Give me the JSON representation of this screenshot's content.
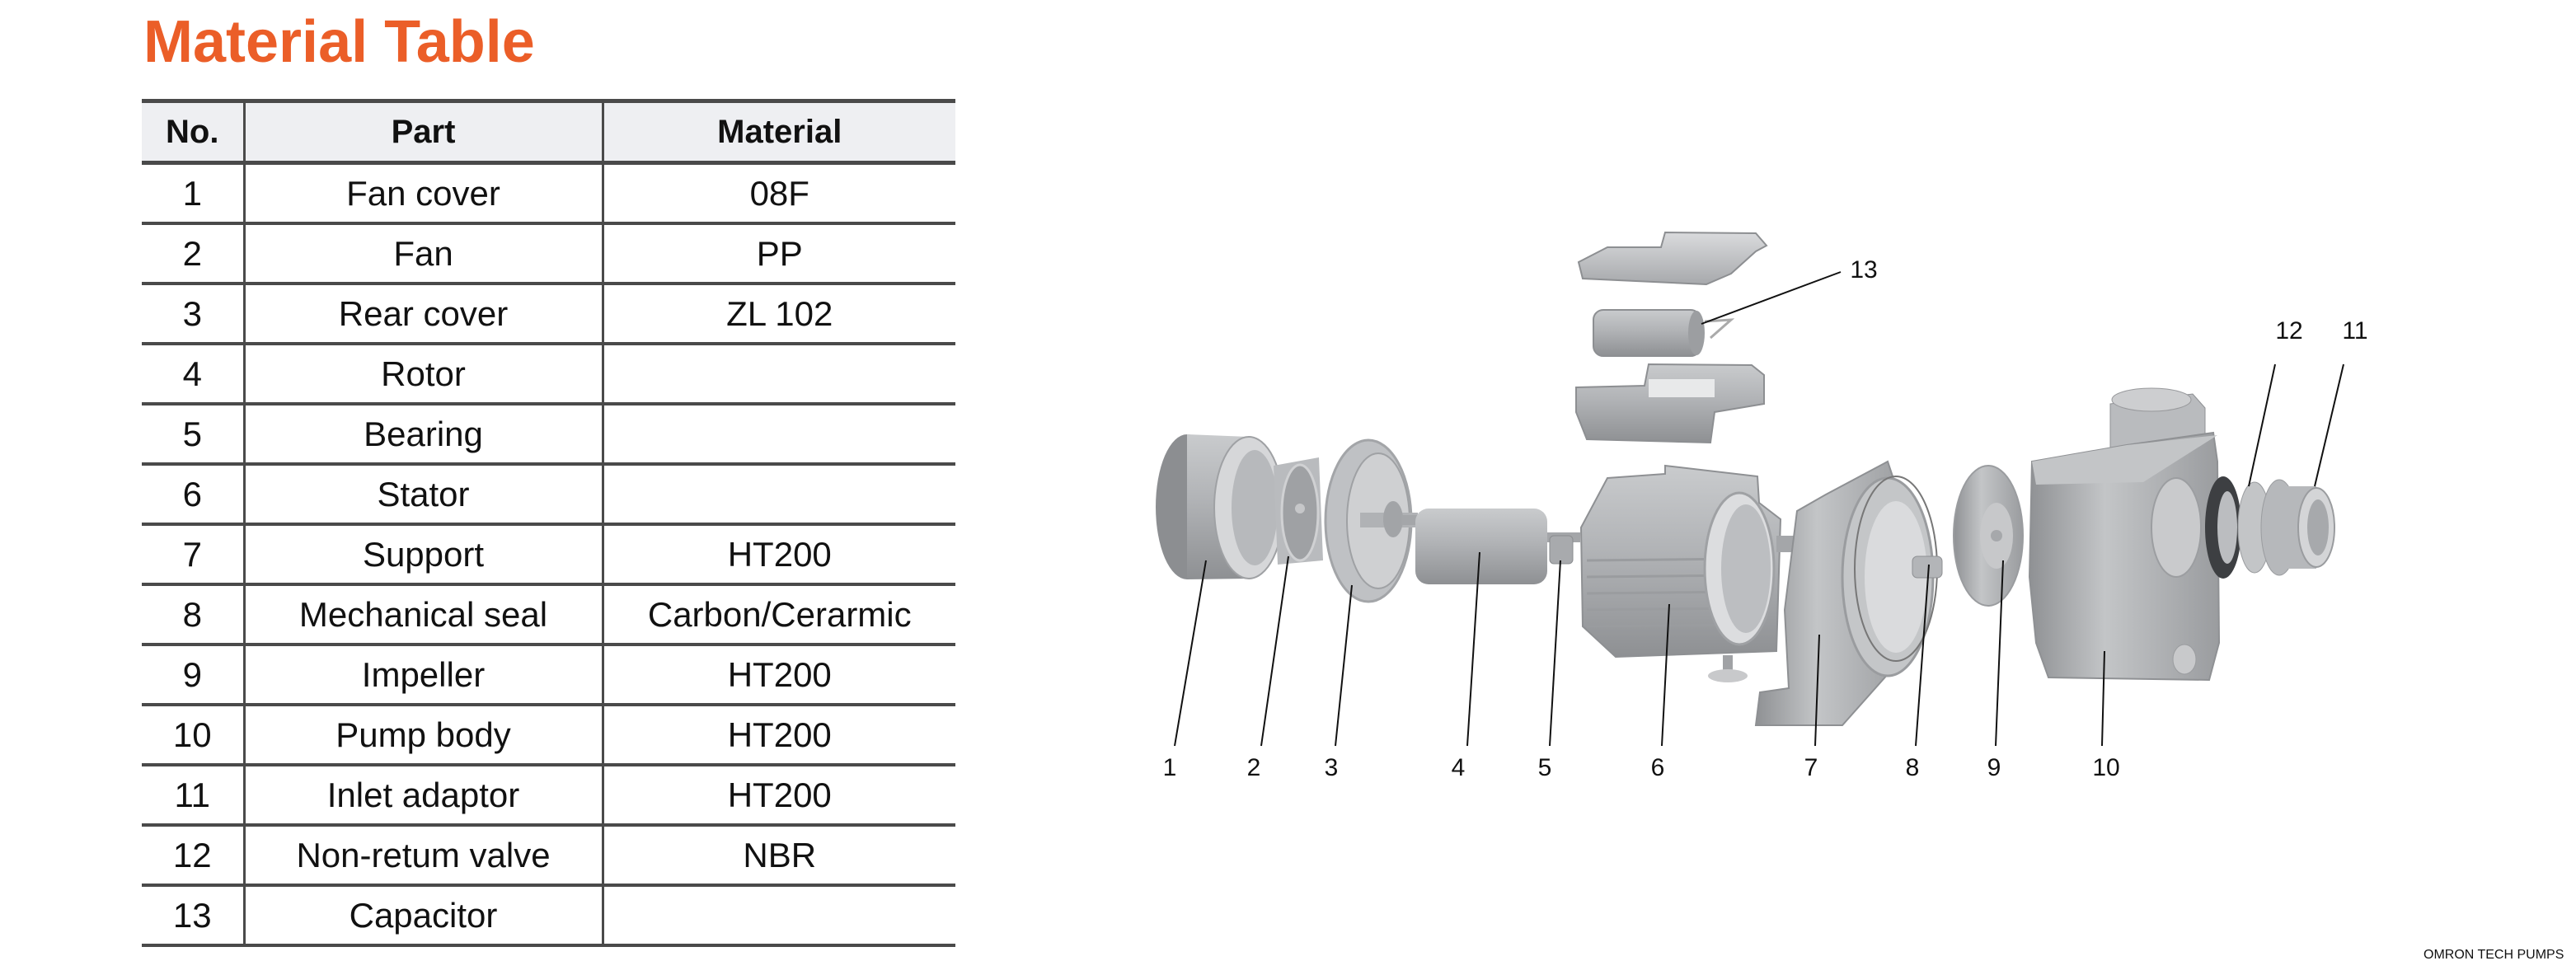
{
  "title": "Material Table",
  "table": {
    "headers": [
      "No.",
      "Part",
      "Material"
    ],
    "rows": [
      {
        "no": "1",
        "part": "Fan cover",
        "material": "08F"
      },
      {
        "no": "2",
        "part": "Fan",
        "material": "PP"
      },
      {
        "no": "3",
        "part": "Rear cover",
        "material": "ZL 102"
      },
      {
        "no": "4",
        "part": "Rotor",
        "material": ""
      },
      {
        "no": "5",
        "part": "Bearing",
        "material": ""
      },
      {
        "no": "6",
        "part": "Stator",
        "material": ""
      },
      {
        "no": "7",
        "part": "Support",
        "material": "HT200"
      },
      {
        "no": "8",
        "part": "Mechanical seal",
        "material": "Carbon/Cerarmic"
      },
      {
        "no": "9",
        "part": "Impeller",
        "material": "HT200"
      },
      {
        "no": "10",
        "part": "Pump body",
        "material": "HT200"
      },
      {
        "no": "11",
        "part": "Inlet adaptor",
        "material": "HT200"
      },
      {
        "no": "12",
        "part": "Non-retum valve",
        "material": "NBR"
      },
      {
        "no": "13",
        "part": "Capacitor",
        "material": ""
      }
    ]
  },
  "diagram": {
    "labels": [
      "1",
      "2",
      "3",
      "4",
      "5",
      "6",
      "7",
      "8",
      "9",
      "10",
      "11",
      "12",
      "13"
    ]
  },
  "watermark": "OMRON TECH PUMPS",
  "colors": {
    "title": "#EB5E28",
    "header_bg": "#EEEFF2",
    "rule": "#4A4A4A",
    "part_gray": "#A9ABAE"
  }
}
